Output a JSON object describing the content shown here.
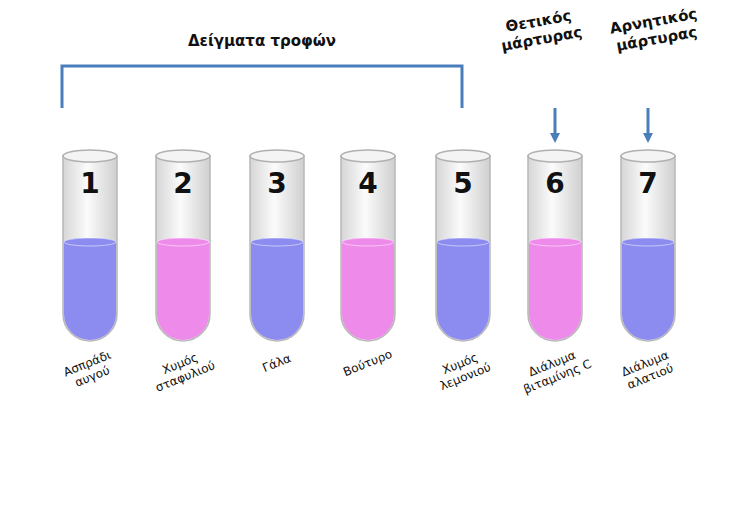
{
  "diagram": {
    "nodes": [
      {
        "text": [
          "1",
          "Ασπράδι αυγού"
        ]
      },
      {
        "text": [
          "2",
          "Χυμός σταφυλιού"
        ]
      },
      {
        "text": [
          "3",
          "Γάλα"
        ]
      },
      {
        "text": [
          "4",
          "Βούτυρο"
        ]
      },
      {
        "text": [
          "5",
          "Χυμός λεμονιού"
        ]
      },
      {
        "text": [
          "6",
          "Διάλυμα βιταμίνης C"
        ]
      },
      {
        "text": [
          "7",
          "Διάλυμα αλατιού"
        ]
      }
    ],
    "labels": [
      "Δείγματα τροφών",
      "Θετικός μάρτυρας",
      "Αρνητικός μάρτυρας"
    ]
  }
}
